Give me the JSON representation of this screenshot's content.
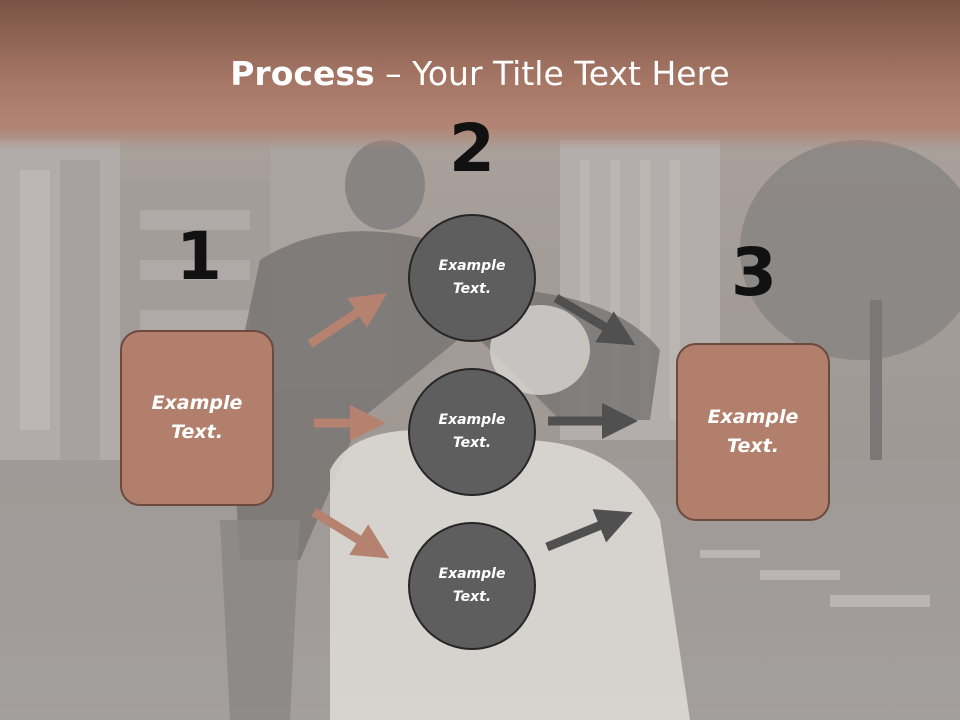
{
  "title": {
    "bold": "Process",
    "rest": " – Your Title Text Here"
  },
  "steps": [
    {
      "number": "1",
      "text": "Example\nText."
    },
    {
      "number": "2",
      "text": "Example\nText."
    },
    {
      "number": "3",
      "text": "Example\nText."
    }
  ],
  "middle_nodes": [
    {
      "text": "Example\nText."
    },
    {
      "text": "Example\nText."
    },
    {
      "text": "Example\nText."
    }
  ],
  "colors": {
    "brown_box": "#b17f6b",
    "brown_arrow": "#b5826f",
    "gray_circle": "#5e5e5e",
    "gray_arrow": "#505050",
    "title_band": "#a77766"
  }
}
